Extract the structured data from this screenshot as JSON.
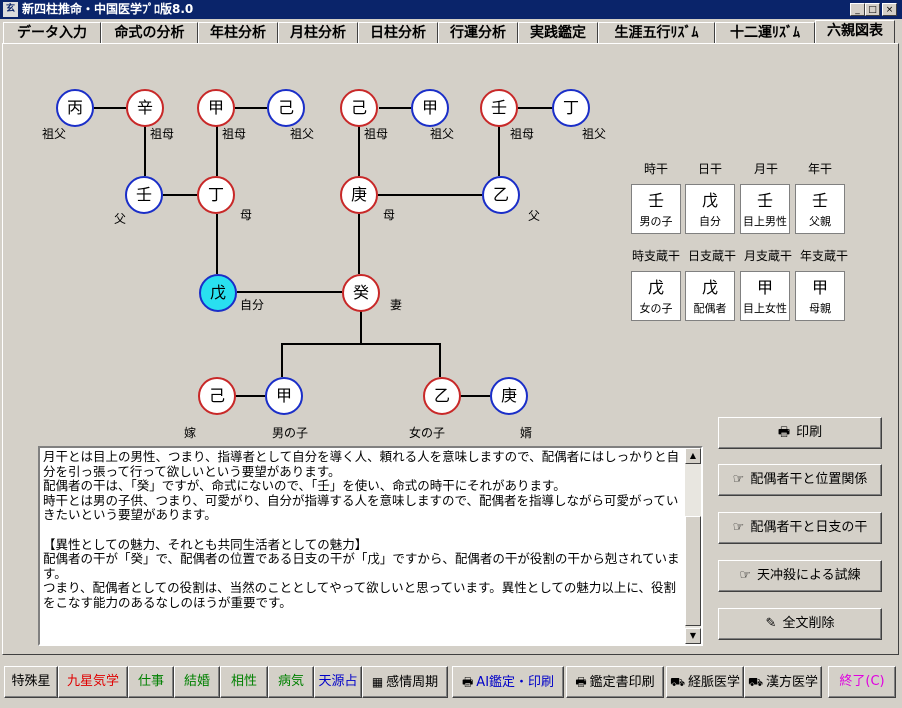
{
  "window": {
    "title": "新四柱推命・中国医学ﾌﾟﾛ版8.0",
    "app_icon_text": "玄",
    "minimize": "_",
    "maximize": "□",
    "close": "×"
  },
  "tabs": [
    {
      "label": "データ入力"
    },
    {
      "label": "命式の分析"
    },
    {
      "label": "年柱分析"
    },
    {
      "label": "月柱分析"
    },
    {
      "label": "日柱分析"
    },
    {
      "label": "行運分析"
    },
    {
      "label": "実践鑑定"
    },
    {
      "label": "生涯五行ﾘｽﾞﾑ"
    },
    {
      "label": "十二運ﾘｽﾞﾑ"
    },
    {
      "label": "六親図表",
      "active": true
    }
  ],
  "diagram": {
    "nodes": {
      "hei": {
        "stem": "丙",
        "label": "祖父",
        "color": "blue"
      },
      "shin": {
        "stem": "辛",
        "label": "祖母",
        "color": "red"
      },
      "kou1": {
        "stem": "甲",
        "label": "祖母",
        "color": "red"
      },
      "ki1": {
        "stem": "己",
        "label": "祖父",
        "color": "blue"
      },
      "ki2": {
        "stem": "己",
        "label": "祖母",
        "color": "red"
      },
      "kou2": {
        "stem": "甲",
        "label": "祖父",
        "color": "blue"
      },
      "jin1": {
        "stem": "壬",
        "label": "祖母",
        "color": "red"
      },
      "tei1": {
        "stem": "丁",
        "label": "祖父",
        "color": "blue"
      },
      "jin2": {
        "stem": "壬",
        "label": "父",
        "color": "blue"
      },
      "tei2": {
        "stem": "丁",
        "label": "母",
        "color": "red"
      },
      "kou3": {
        "stem": "庚",
        "label": "母",
        "color": "red"
      },
      "otsu1": {
        "stem": "乙",
        "label": "父",
        "color": "blue"
      },
      "bo": {
        "stem": "戊",
        "label": "自分",
        "color": "self"
      },
      "ki3": {
        "stem": "癸",
        "label": "妻",
        "color": "red"
      },
      "ki4": {
        "stem": "己",
        "label": "嫁",
        "color": "red"
      },
      "kou4": {
        "stem": "甲",
        "label": "男の子",
        "color": "blue"
      },
      "otsu2": {
        "stem": "乙",
        "label": "女の子",
        "color": "red"
      },
      "kou5": {
        "stem": "庚",
        "label": "婿",
        "color": "blue"
      }
    }
  },
  "pillars": {
    "stems": [
      {
        "header": "時干",
        "stem": "壬",
        "role": "男の子"
      },
      {
        "header": "日干",
        "stem": "戊",
        "role": "自分"
      },
      {
        "header": "月干",
        "stem": "壬",
        "role": "目上男性"
      },
      {
        "header": "年干",
        "stem": "壬",
        "role": "父親"
      }
    ],
    "hidden": [
      {
        "header": "時支蔵干",
        "stem": "戊",
        "role": "女の子"
      },
      {
        "header": "日支蔵干",
        "stem": "戊",
        "role": "配偶者"
      },
      {
        "header": "月支蔵干",
        "stem": "甲",
        "role": "目上女性"
      },
      {
        "header": "年支蔵干",
        "stem": "甲",
        "role": "母親"
      }
    ]
  },
  "text_body": "月干とは目上の男性、つまり、指導者として自分を導く人、頼れる人を意味しますので、配偶者にはしっかりと自分を引っ張って行って欲しいという要望があります。\n配偶者の干は、「癸」ですが、命式にないので、「壬」を使い、命式の時干にそれがあります。\n時干とは男の子供、つまり、可愛がり、自分が指導する人を意味しますので、配偶者を指導しながら可愛がっていきたいという要望があります。\n\n【異性としての魅力、それとも共同生活者としての魅力】\n配偶者の干が「癸」で、配偶者の位置である日支の干が「戊」ですから、配偶者の干が役割の干から剋されています。\nつまり、配偶者としての役割は、当然のこととしてやって欲しいと思っています。異性としての魅力以上に、役割をこなす能力のあるなしのほうが重要です。",
  "right_buttons": {
    "print": "印刷",
    "spouse_position": "配偶者干と位置関係",
    "spouse_day": "配偶者干と日支の干",
    "tenchuu": "天冲殺による試練",
    "clear_all": "全文削除"
  },
  "bottom_buttons": {
    "tokushu": "特殊星",
    "kyusei": "九星気学",
    "shigoto": "仕事",
    "kekkon": "結婚",
    "aisho": "相性",
    "byoki": "病気",
    "tengen": "天源占",
    "kanjo": "感情周期",
    "ai_print": "AI鑑定・印刷",
    "report_print": "鑑定書印刷",
    "keimyaku": "経脈医学",
    "kampo": "漢方医学",
    "exit": "終了(C)"
  },
  "colors": {
    "kyusei_text": "#e00000",
    "green_text": "#008000",
    "tengen_text": "#0000c8",
    "exit_text": "#e000e0",
    "red_node": "#c82828",
    "blue_node": "#1a2ec8",
    "self_node_fill": "#29e0f0"
  }
}
